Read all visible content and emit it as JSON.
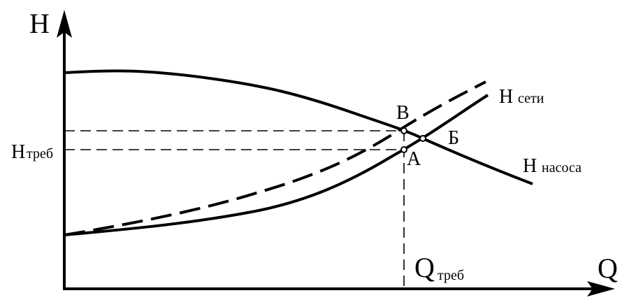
{
  "axes": {
    "y_label": "H",
    "x_label": "Q"
  },
  "curves": {
    "network_main": {
      "label_main": "H",
      "label_sub": "сети"
    },
    "pump": {
      "label_main": "H",
      "label_sub": "насоса"
    }
  },
  "points": {
    "A": "А",
    "B": "В",
    "Б": "Б"
  },
  "markers": {
    "h_required": {
      "label_main": "H",
      "label_sub": "треб"
    },
    "q_required": {
      "label_main": "Q",
      "label_sub": "треб"
    }
  }
}
